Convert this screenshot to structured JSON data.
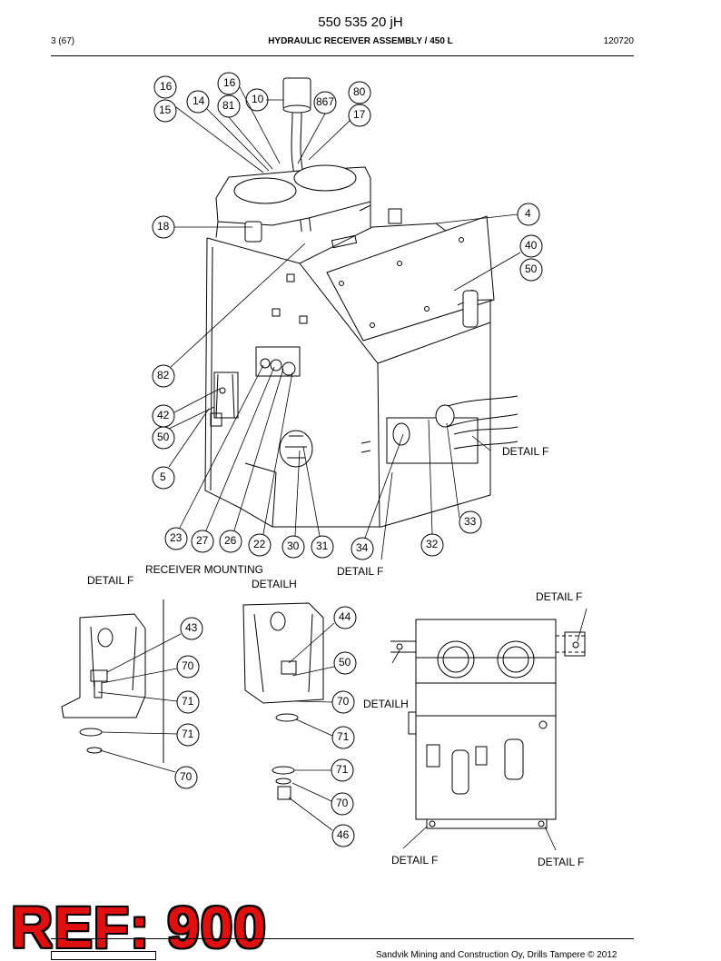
{
  "header": {
    "doc_code": "550 535 20 jH",
    "page": "3 (67)",
    "title": "HYDRAULIC RECEIVER ASSEMBLY / 450 L",
    "date": "120720"
  },
  "callouts": [
    "16",
    "16",
    "14",
    "10",
    "867",
    "80",
    "15",
    "81",
    "17",
    "4",
    "18",
    "40",
    "50",
    "82",
    "42",
    "50",
    "5",
    "33",
    "23",
    "27",
    "26",
    "22",
    "30",
    "31",
    "34",
    "32",
    "43",
    "44",
    "70",
    "50",
    "71",
    "70",
    "71",
    "71",
    "71",
    "70",
    "70",
    "46"
  ],
  "labels": {
    "detail_f": "DETAIL F",
    "receiver_mounting": "RECEIVER MOUNTING",
    "detailh": "DETAILH"
  },
  "watermark": "REF: 900",
  "footer": {
    "copyright": "Sandvik Mining and Construction Oy, Drills Tampere © 2012"
  }
}
